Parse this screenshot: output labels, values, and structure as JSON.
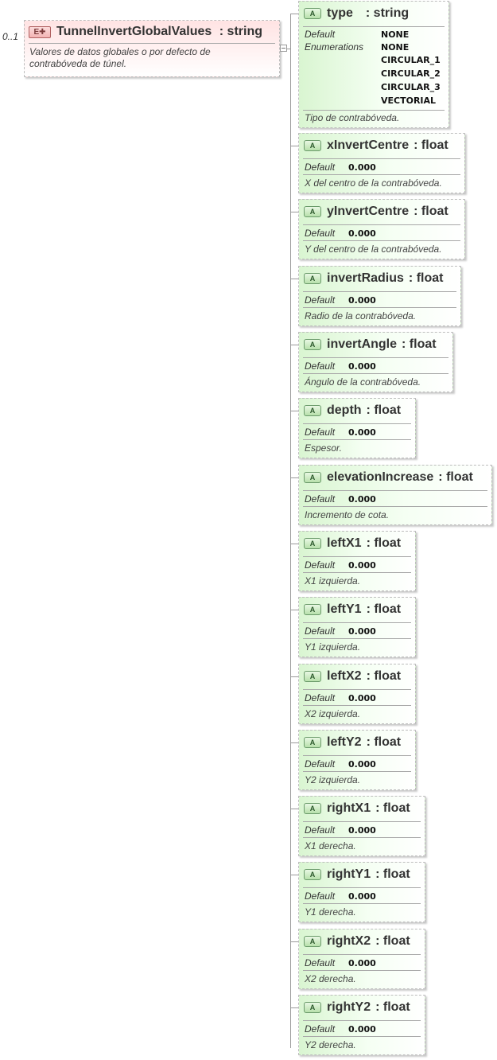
{
  "element": {
    "cardinality": "0..1",
    "badge": "E",
    "name": "TunnelInvertGlobalValues",
    "type": ": string",
    "documentation_line1": "Valores de datos globales o por defecto de",
    "documentation_line2": "contrabóveda de túnel."
  },
  "labels": {
    "default": "Default",
    "enumerations": "Enumerations",
    "attribute_badge": "A"
  },
  "type_attribute": {
    "name": "type",
    "type": ": string",
    "default": "NONE",
    "enumerations": [
      "NONE",
      "CIRCULAR_1",
      "CIRCULAR_2",
      "CIRCULAR_3",
      "VECTORIAL"
    ],
    "doc": "Tipo de contrabóveda."
  },
  "attributes": [
    {
      "name": "xInvertCentre",
      "type": ": float",
      "default": "0.000",
      "doc": "X del centro de la contrabóveda."
    },
    {
      "name": "yInvertCentre",
      "type": ": float",
      "default": "0.000",
      "doc": "Y del centro de la contrabóveda."
    },
    {
      "name": "invertRadius",
      "type": ": float",
      "default": "0.000",
      "doc": "Radio de la contrabóveda."
    },
    {
      "name": "invertAngle",
      "type": ": float",
      "default": "0.000",
      "doc": "Ángulo de la contrabóveda."
    },
    {
      "name": "depth",
      "type": ": float",
      "default": "0.000",
      "doc": "Espesor."
    },
    {
      "name": "elevationIncrease",
      "type": ": float",
      "default": "0.000",
      "doc": "Incremento de cota."
    },
    {
      "name": "leftX1",
      "type": ": float",
      "default": "0.000",
      "doc": "X1 izquierda."
    },
    {
      "name": "leftY1",
      "type": ": float",
      "default": "0.000",
      "doc": "Y1 izquierda."
    },
    {
      "name": "leftX2",
      "type": ": float",
      "default": "0.000",
      "doc": "X2 izquierda."
    },
    {
      "name": "leftY2",
      "type": ": float",
      "default": "0.000",
      "doc": "Y2 izquierda."
    },
    {
      "name": "rightX1",
      "type": ": float",
      "default": "0.000",
      "doc": "X1 derecha."
    },
    {
      "name": "rightY1",
      "type": ": float",
      "default": "0.000",
      "doc": "Y1 derecha."
    },
    {
      "name": "rightX2",
      "type": ": float",
      "default": "0.000",
      "doc": "X2 derecha."
    },
    {
      "name": "rightY2",
      "type": ": float",
      "default": "0.000",
      "doc": "Y2 derecha."
    }
  ],
  "colors": {
    "element_fill": "#ffe3e3",
    "attribute_fill": "#d9f5d1",
    "border": "#bdbdbd"
  }
}
